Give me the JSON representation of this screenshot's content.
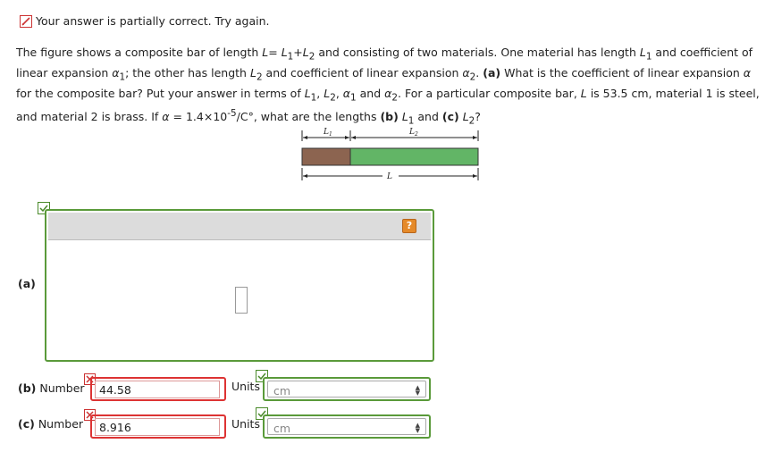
{
  "status": {
    "message": "Your answer is partially correct.  Try again."
  },
  "question": {
    "p1": "The figure shows a composite bar of length ",
    "L_eq": "L= L",
    "sub1": "1",
    "plus": "+L",
    "sub2": "2",
    "p2": " and consisting of two materials. One material has length ",
    "L1": "L",
    "L1sub": "1",
    "p3": " and coefficient of linear expansion ",
    "a1": "α",
    "a1sub": "1",
    "p4": "; the other has length ",
    "L2": "L",
    "L2sub": "2",
    "p5": " and coefficient of linear expansion ",
    "a2": "α",
    "a2sub": "2",
    "p6": ". ",
    "a_label": "(a)",
    "p7": " What is the coefficient of linear expansion ",
    "alpha": "α",
    "p8": " for the composite bar? Put your answer in terms of ",
    "terms": "L",
    "p9": "For a particular composite bar, ",
    "p10": " is 53.5 cm, material 1 is steel, and material 2 is brass. If ",
    "p11": " = 1.4×10",
    "exp": "-5",
    "p12": "/C°, what are the lengths ",
    "b_label": "(b)",
    "c_label": "(c)"
  },
  "figure": {
    "label_L1": "L",
    "label_L1_sub": "1",
    "label_L2": "L",
    "label_L2_sub": "2",
    "label_L": "L",
    "color_material1": "#8c6450",
    "color_material2": "#62b566"
  },
  "part_a": {
    "label": "(a)",
    "help_icon": "?"
  },
  "part_b": {
    "label": "(b)",
    "number_label": "Number",
    "value": "44.58",
    "units_label": "Units",
    "unit_value": "cm"
  },
  "part_c": {
    "label": "(c)",
    "number_label": "Number",
    "value": "8.916",
    "units_label": "Units",
    "unit_value": "cm"
  }
}
